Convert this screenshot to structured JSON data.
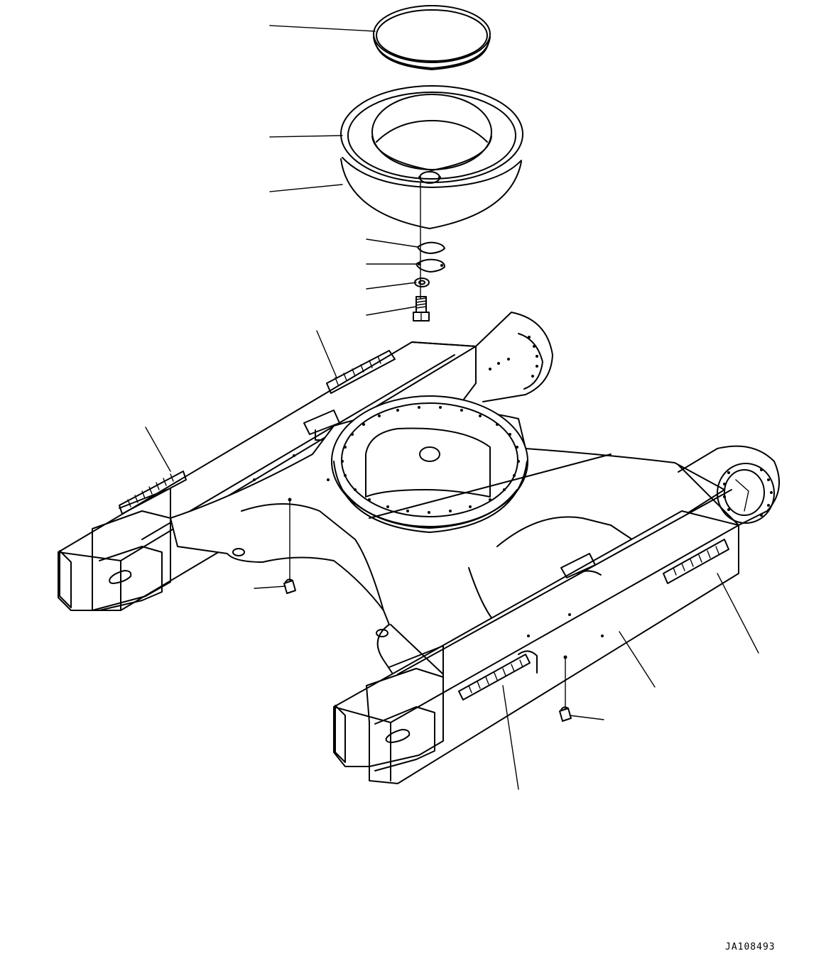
{
  "drawing": {
    "code": "JA108493",
    "ink_color": "#000000",
    "background_color": "#ffffff"
  },
  "parts": [
    {
      "name": "seal-ring"
    },
    {
      "name": "turntable-cover"
    },
    {
      "name": "cover-plate"
    },
    {
      "name": "gasket"
    },
    {
      "name": "cap-plate"
    },
    {
      "name": "washer"
    },
    {
      "name": "bolt"
    },
    {
      "name": "grease-fitting"
    },
    {
      "name": "track-frame"
    }
  ]
}
